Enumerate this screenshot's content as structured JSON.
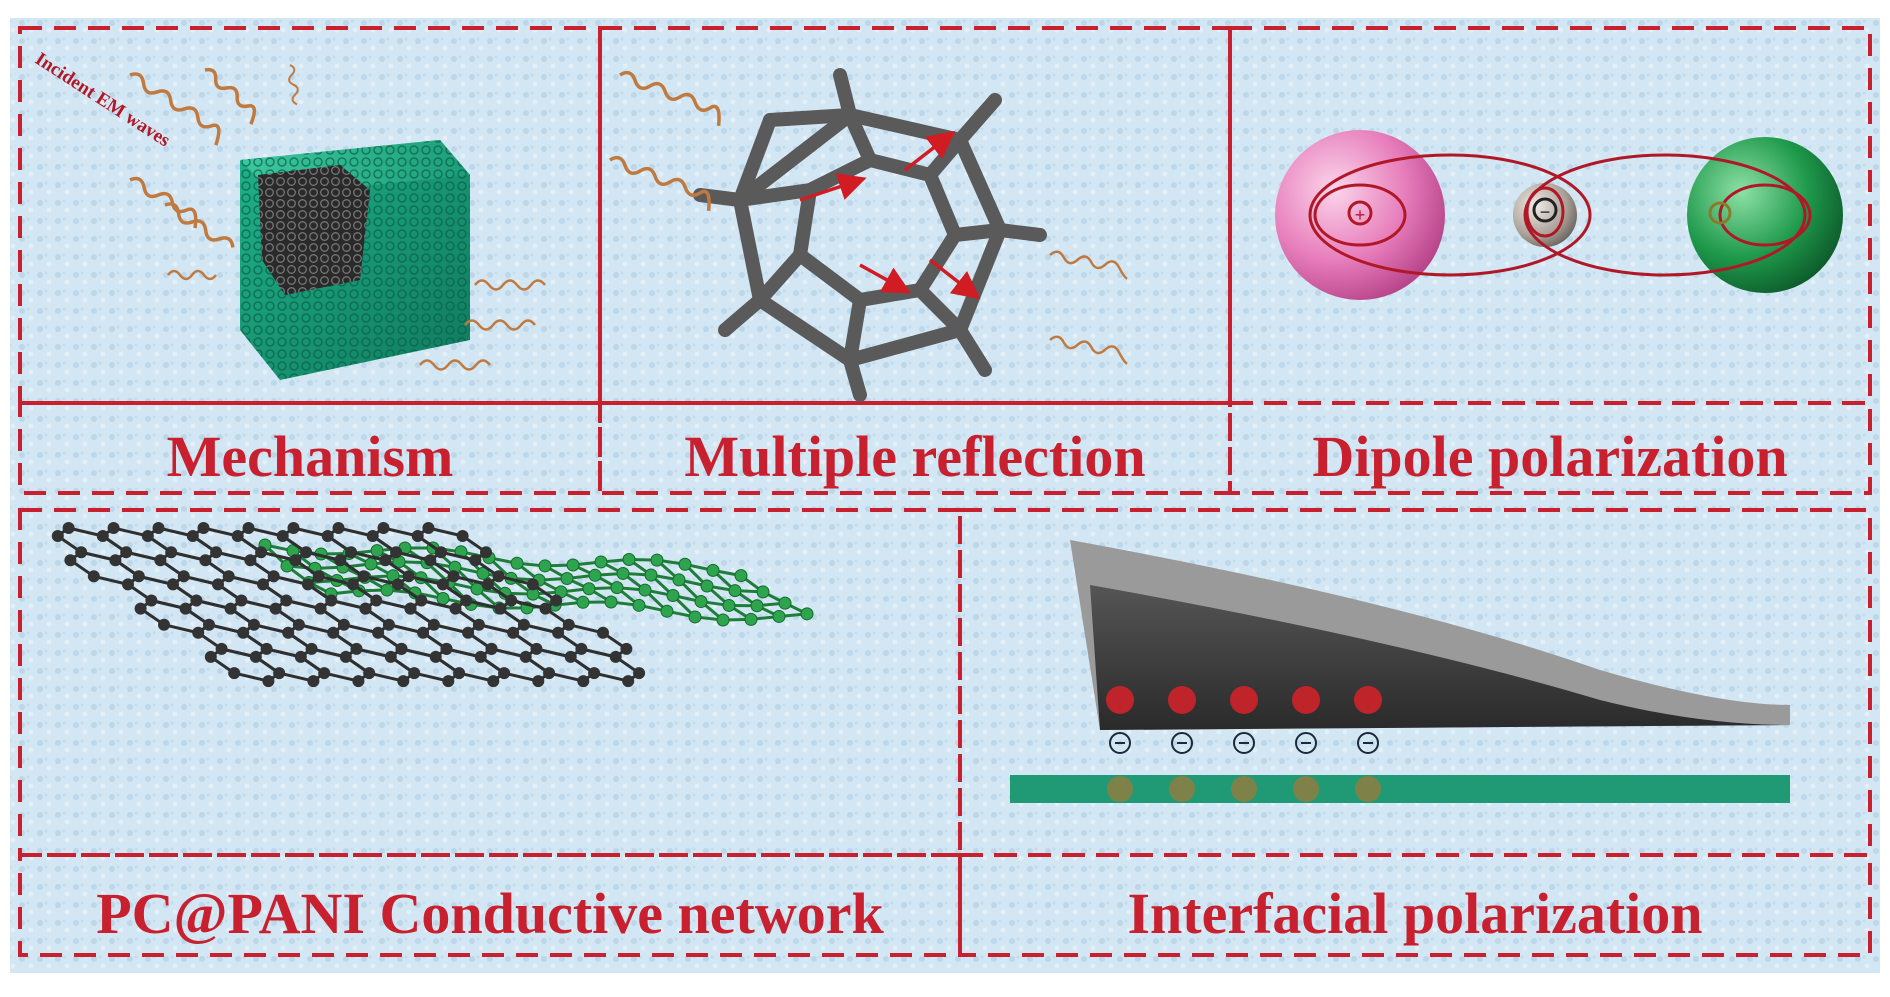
{
  "labels": {
    "mechanism": "Mechanism",
    "multiple_reflection": "Multiple reflection",
    "dipole_polarization": "Dipole polarization",
    "conductive_network": "PC@PANI Conductive network",
    "interfacial_polarization": "Interfacial polarization",
    "incident_waves": "Incident EM waves"
  },
  "symbols": {
    "plus": "+",
    "minus": "−"
  },
  "colors": {
    "background": "#cfe4f2",
    "frame": "#c8202e",
    "label": "#c8202e",
    "green": "#1c9a6e",
    "dark": "#3a3a3a",
    "wave": "#c07a40"
  }
}
